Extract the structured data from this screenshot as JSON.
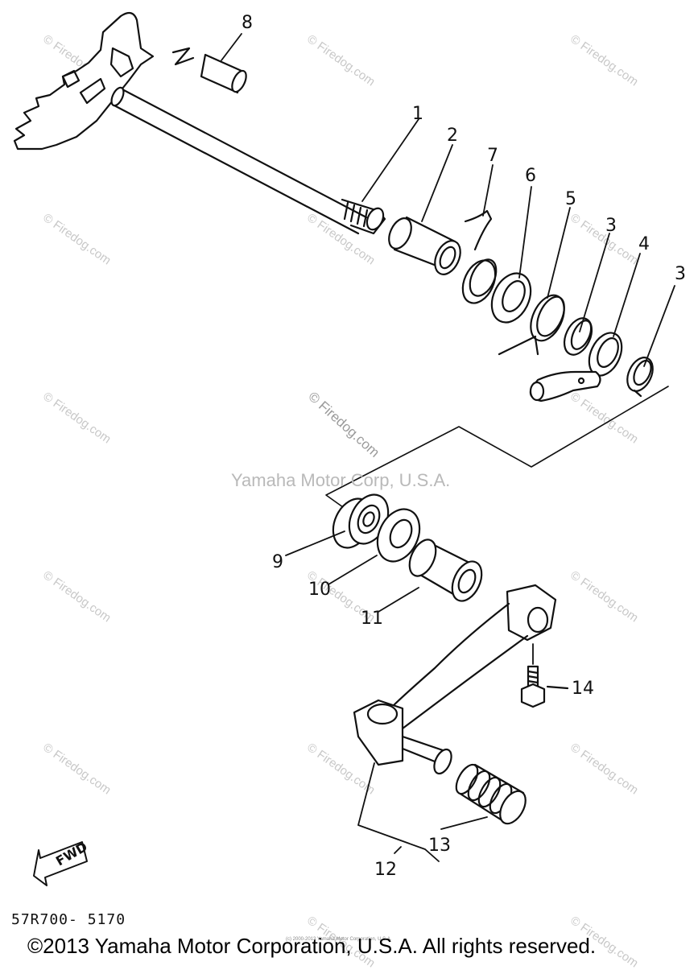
{
  "watermarks": {
    "corp": "Yamaha Motor Corp, U.S.A.",
    "site": "© Firedog.com",
    "site_repeat": "© Firedog.com"
  },
  "callouts": {
    "p1": "1",
    "p2": "2",
    "p3a": "3",
    "p3b": "3",
    "p4": "4",
    "p5": "5",
    "p6": "6",
    "p7": "7",
    "p8": "8",
    "p9": "9",
    "p10": "10",
    "p11": "11",
    "p12": "12",
    "p13": "13",
    "p14": "14"
  },
  "fwd_label": "FWD",
  "part_code": "57R700- 5170",
  "tiny_note": "(c) 2000-2013 Yamaha Motor Corporation, U.S.A.",
  "copyright": "©2013 Yamaha Motor Corporation, U.S.A. All rights reserved.",
  "colors": {
    "ink": "#111111",
    "watermark": "#c8c8c8"
  }
}
